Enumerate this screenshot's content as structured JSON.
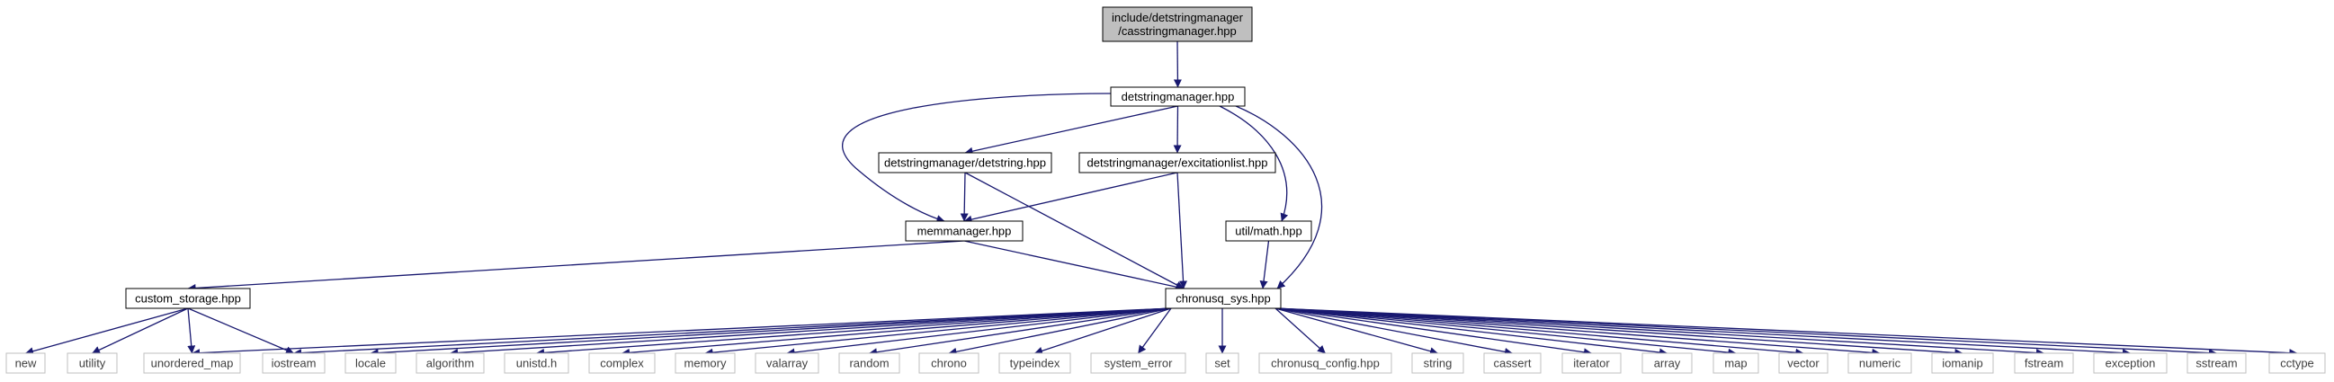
{
  "graph": {
    "colors": {
      "edge": "#191970",
      "node_border": "#000000",
      "leaf_border": "#bfbfbf",
      "root_fill": "#bfbfbf",
      "leaf_text": "#404040"
    },
    "nodes": [
      {
        "id": "root",
        "kind": "root",
        "label": [
          "include/detstringmanager",
          "/casstringmanager.hpp"
        ]
      },
      {
        "id": "detstringmanager",
        "kind": "internal",
        "label": [
          "detstringmanager.hpp"
        ]
      },
      {
        "id": "detstring",
        "kind": "internal",
        "label": [
          "detstringmanager/detstring.hpp"
        ]
      },
      {
        "id": "excitationlist",
        "kind": "internal",
        "label": [
          "detstringmanager/excitationlist.hpp"
        ]
      },
      {
        "id": "memmanager",
        "kind": "internal",
        "label": [
          "memmanager.hpp"
        ]
      },
      {
        "id": "utilmath",
        "kind": "internal",
        "label": [
          "util/math.hpp"
        ]
      },
      {
        "id": "custom_storage",
        "kind": "internal",
        "label": [
          "custom_storage.hpp"
        ]
      },
      {
        "id": "chronusq_sys",
        "kind": "internal",
        "label": [
          "chronusq_sys.hpp"
        ]
      },
      {
        "id": "new",
        "kind": "leaf",
        "label": [
          "new"
        ]
      },
      {
        "id": "utility",
        "kind": "leaf",
        "label": [
          "utility"
        ]
      },
      {
        "id": "unordered_map",
        "kind": "leaf",
        "label": [
          "unordered_map"
        ]
      },
      {
        "id": "iostream",
        "kind": "leaf",
        "label": [
          "iostream"
        ]
      },
      {
        "id": "locale",
        "kind": "leaf",
        "label": [
          "locale"
        ]
      },
      {
        "id": "algorithm",
        "kind": "leaf",
        "label": [
          "algorithm"
        ]
      },
      {
        "id": "unistd",
        "kind": "leaf",
        "label": [
          "unistd.h"
        ]
      },
      {
        "id": "complex",
        "kind": "leaf",
        "label": [
          "complex"
        ]
      },
      {
        "id": "memory",
        "kind": "leaf",
        "label": [
          "memory"
        ]
      },
      {
        "id": "valarray",
        "kind": "leaf",
        "label": [
          "valarray"
        ]
      },
      {
        "id": "random",
        "kind": "leaf",
        "label": [
          "random"
        ]
      },
      {
        "id": "chrono",
        "kind": "leaf",
        "label": [
          "chrono"
        ]
      },
      {
        "id": "typeindex",
        "kind": "leaf",
        "label": [
          "typeindex"
        ]
      },
      {
        "id": "system_error",
        "kind": "leaf",
        "label": [
          "system_error"
        ]
      },
      {
        "id": "set",
        "kind": "leaf",
        "label": [
          "set"
        ]
      },
      {
        "id": "chronusq_config",
        "kind": "leaf",
        "label": [
          "chronusq_config.hpp"
        ]
      },
      {
        "id": "string",
        "kind": "leaf",
        "label": [
          "string"
        ]
      },
      {
        "id": "cassert",
        "kind": "leaf",
        "label": [
          "cassert"
        ]
      },
      {
        "id": "iterator",
        "kind": "leaf",
        "label": [
          "iterator"
        ]
      },
      {
        "id": "array",
        "kind": "leaf",
        "label": [
          "array"
        ]
      },
      {
        "id": "map",
        "kind": "leaf",
        "label": [
          "map"
        ]
      },
      {
        "id": "vector",
        "kind": "leaf",
        "label": [
          "vector"
        ]
      },
      {
        "id": "numeric",
        "kind": "leaf",
        "label": [
          "numeric"
        ]
      },
      {
        "id": "iomanip",
        "kind": "leaf",
        "label": [
          "iomanip"
        ]
      },
      {
        "id": "fstream",
        "kind": "leaf",
        "label": [
          "fstream"
        ]
      },
      {
        "id": "exception",
        "kind": "leaf",
        "label": [
          "exception"
        ]
      },
      {
        "id": "sstream",
        "kind": "leaf",
        "label": [
          "sstream"
        ]
      },
      {
        "id": "cctype",
        "kind": "leaf",
        "label": [
          "cctype"
        ]
      }
    ],
    "edges": [
      [
        "root",
        "detstringmanager"
      ],
      [
        "detstringmanager",
        "detstring"
      ],
      [
        "detstringmanager",
        "excitationlist"
      ],
      [
        "detstringmanager",
        "memmanager"
      ],
      [
        "detstringmanager",
        "utilmath"
      ],
      [
        "detstringmanager",
        "chronusq_sys"
      ],
      [
        "detstring",
        "memmanager"
      ],
      [
        "detstring",
        "chronusq_sys"
      ],
      [
        "excitationlist",
        "memmanager"
      ],
      [
        "excitationlist",
        "chronusq_sys"
      ],
      [
        "utilmath",
        "chronusq_sys"
      ],
      [
        "memmanager",
        "custom_storage"
      ],
      [
        "memmanager",
        "chronusq_sys"
      ],
      [
        "custom_storage",
        "new"
      ],
      [
        "custom_storage",
        "utility"
      ],
      [
        "custom_storage",
        "unordered_map"
      ],
      [
        "custom_storage",
        "iostream"
      ],
      [
        "chronusq_sys",
        "unordered_map"
      ],
      [
        "chronusq_sys",
        "iostream"
      ],
      [
        "chronusq_sys",
        "locale"
      ],
      [
        "chronusq_sys",
        "algorithm"
      ],
      [
        "chronusq_sys",
        "unistd"
      ],
      [
        "chronusq_sys",
        "complex"
      ],
      [
        "chronusq_sys",
        "memory"
      ],
      [
        "chronusq_sys",
        "valarray"
      ],
      [
        "chronusq_sys",
        "random"
      ],
      [
        "chronusq_sys",
        "chrono"
      ],
      [
        "chronusq_sys",
        "typeindex"
      ],
      [
        "chronusq_sys",
        "system_error"
      ],
      [
        "chronusq_sys",
        "set"
      ],
      [
        "chronusq_sys",
        "chronusq_config"
      ],
      [
        "chronusq_sys",
        "string"
      ],
      [
        "chronusq_sys",
        "cassert"
      ],
      [
        "chronusq_sys",
        "iterator"
      ],
      [
        "chronusq_sys",
        "array"
      ],
      [
        "chronusq_sys",
        "map"
      ],
      [
        "chronusq_sys",
        "vector"
      ],
      [
        "chronusq_sys",
        "numeric"
      ],
      [
        "chronusq_sys",
        "iomanip"
      ],
      [
        "chronusq_sys",
        "fstream"
      ],
      [
        "chronusq_sys",
        "exception"
      ],
      [
        "chronusq_sys",
        "sstream"
      ],
      [
        "chronusq_sys",
        "cctype"
      ]
    ]
  }
}
